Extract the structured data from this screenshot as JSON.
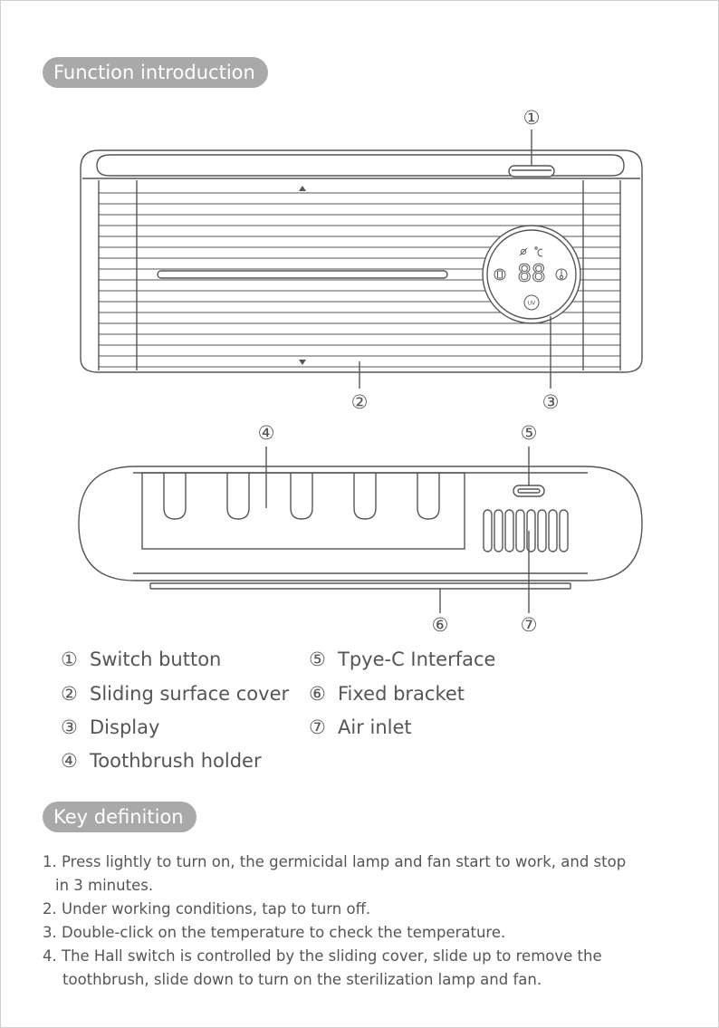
{
  "sections": {
    "function_title": "Function introduction",
    "key_title": "Key definition"
  },
  "callouts": [
    "①",
    "②",
    "③",
    "④",
    "⑤",
    "⑥",
    "⑦"
  ],
  "display_panel": {
    "digits": "88",
    "uv_label": "UV"
  },
  "legend": [
    {
      "marker": "①",
      "label": "Switch button"
    },
    {
      "marker": "②",
      "label": "Sliding surface cover"
    },
    {
      "marker": "③",
      "label": "Display"
    },
    {
      "marker": "④",
      "label": "Toothbrush holder"
    },
    {
      "marker": "⑤",
      "label": "Tpye-C Interface"
    },
    {
      "marker": "⑥",
      "label": "Fixed bracket"
    },
    {
      "marker": "⑦",
      "label": "Air inlet"
    }
  ],
  "key_definitions": {
    "item1_line1": "1. Press lightly to turn on, the germicidal lamp and fan start to work, and stop",
    "item1_line2": "in 3 minutes.",
    "item2": "2. Under working conditions, tap to turn off.",
    "item3": "3. Double-click on the temperature to check the temperature.",
    "item4_line1": "4. The Hall switch is controlled by the sliding cover, slide up to remove the",
    "item4_line2": "toothbrush, slide down to turn on the sterilization lamp and fan."
  },
  "colors": {
    "pill_bg": "#a9a9a9",
    "line": "#555555",
    "text": "#555555"
  }
}
